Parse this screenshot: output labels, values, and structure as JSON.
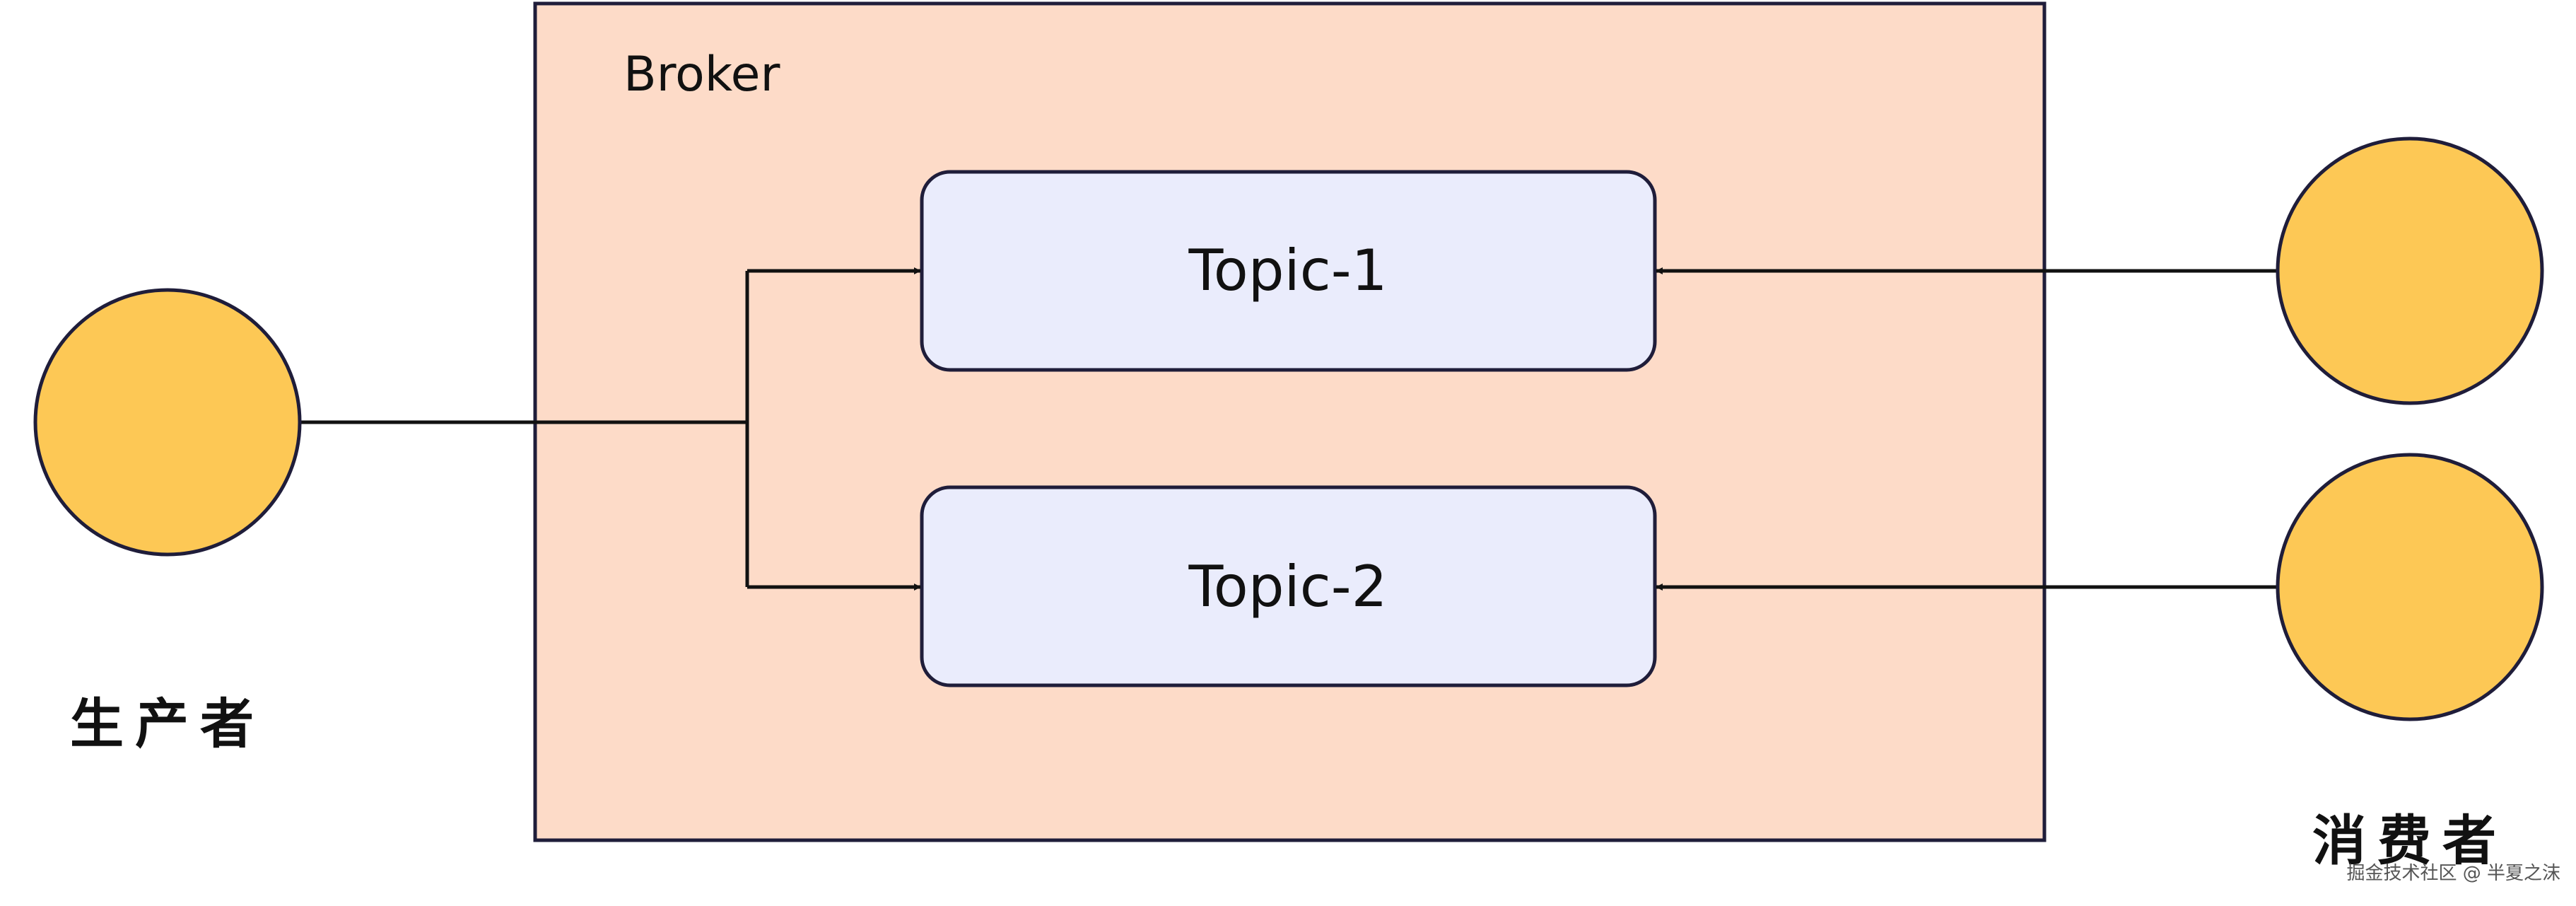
{
  "diagram": {
    "broker": {
      "label": "Broker"
    },
    "topics": [
      {
        "label": "Topic-1"
      },
      {
        "label": "Topic-2"
      }
    ],
    "producer": {
      "label": "生产者"
    },
    "consumer": {
      "label": "消费者"
    },
    "watermark": "掘金技术社区 @ 半夏之沫",
    "colors": {
      "broker_fill": "#fddbc8",
      "topic_fill": "#eaecfc",
      "node_fill": "#fdc855",
      "stroke": "#1f1d3a",
      "line": "#111111"
    }
  }
}
